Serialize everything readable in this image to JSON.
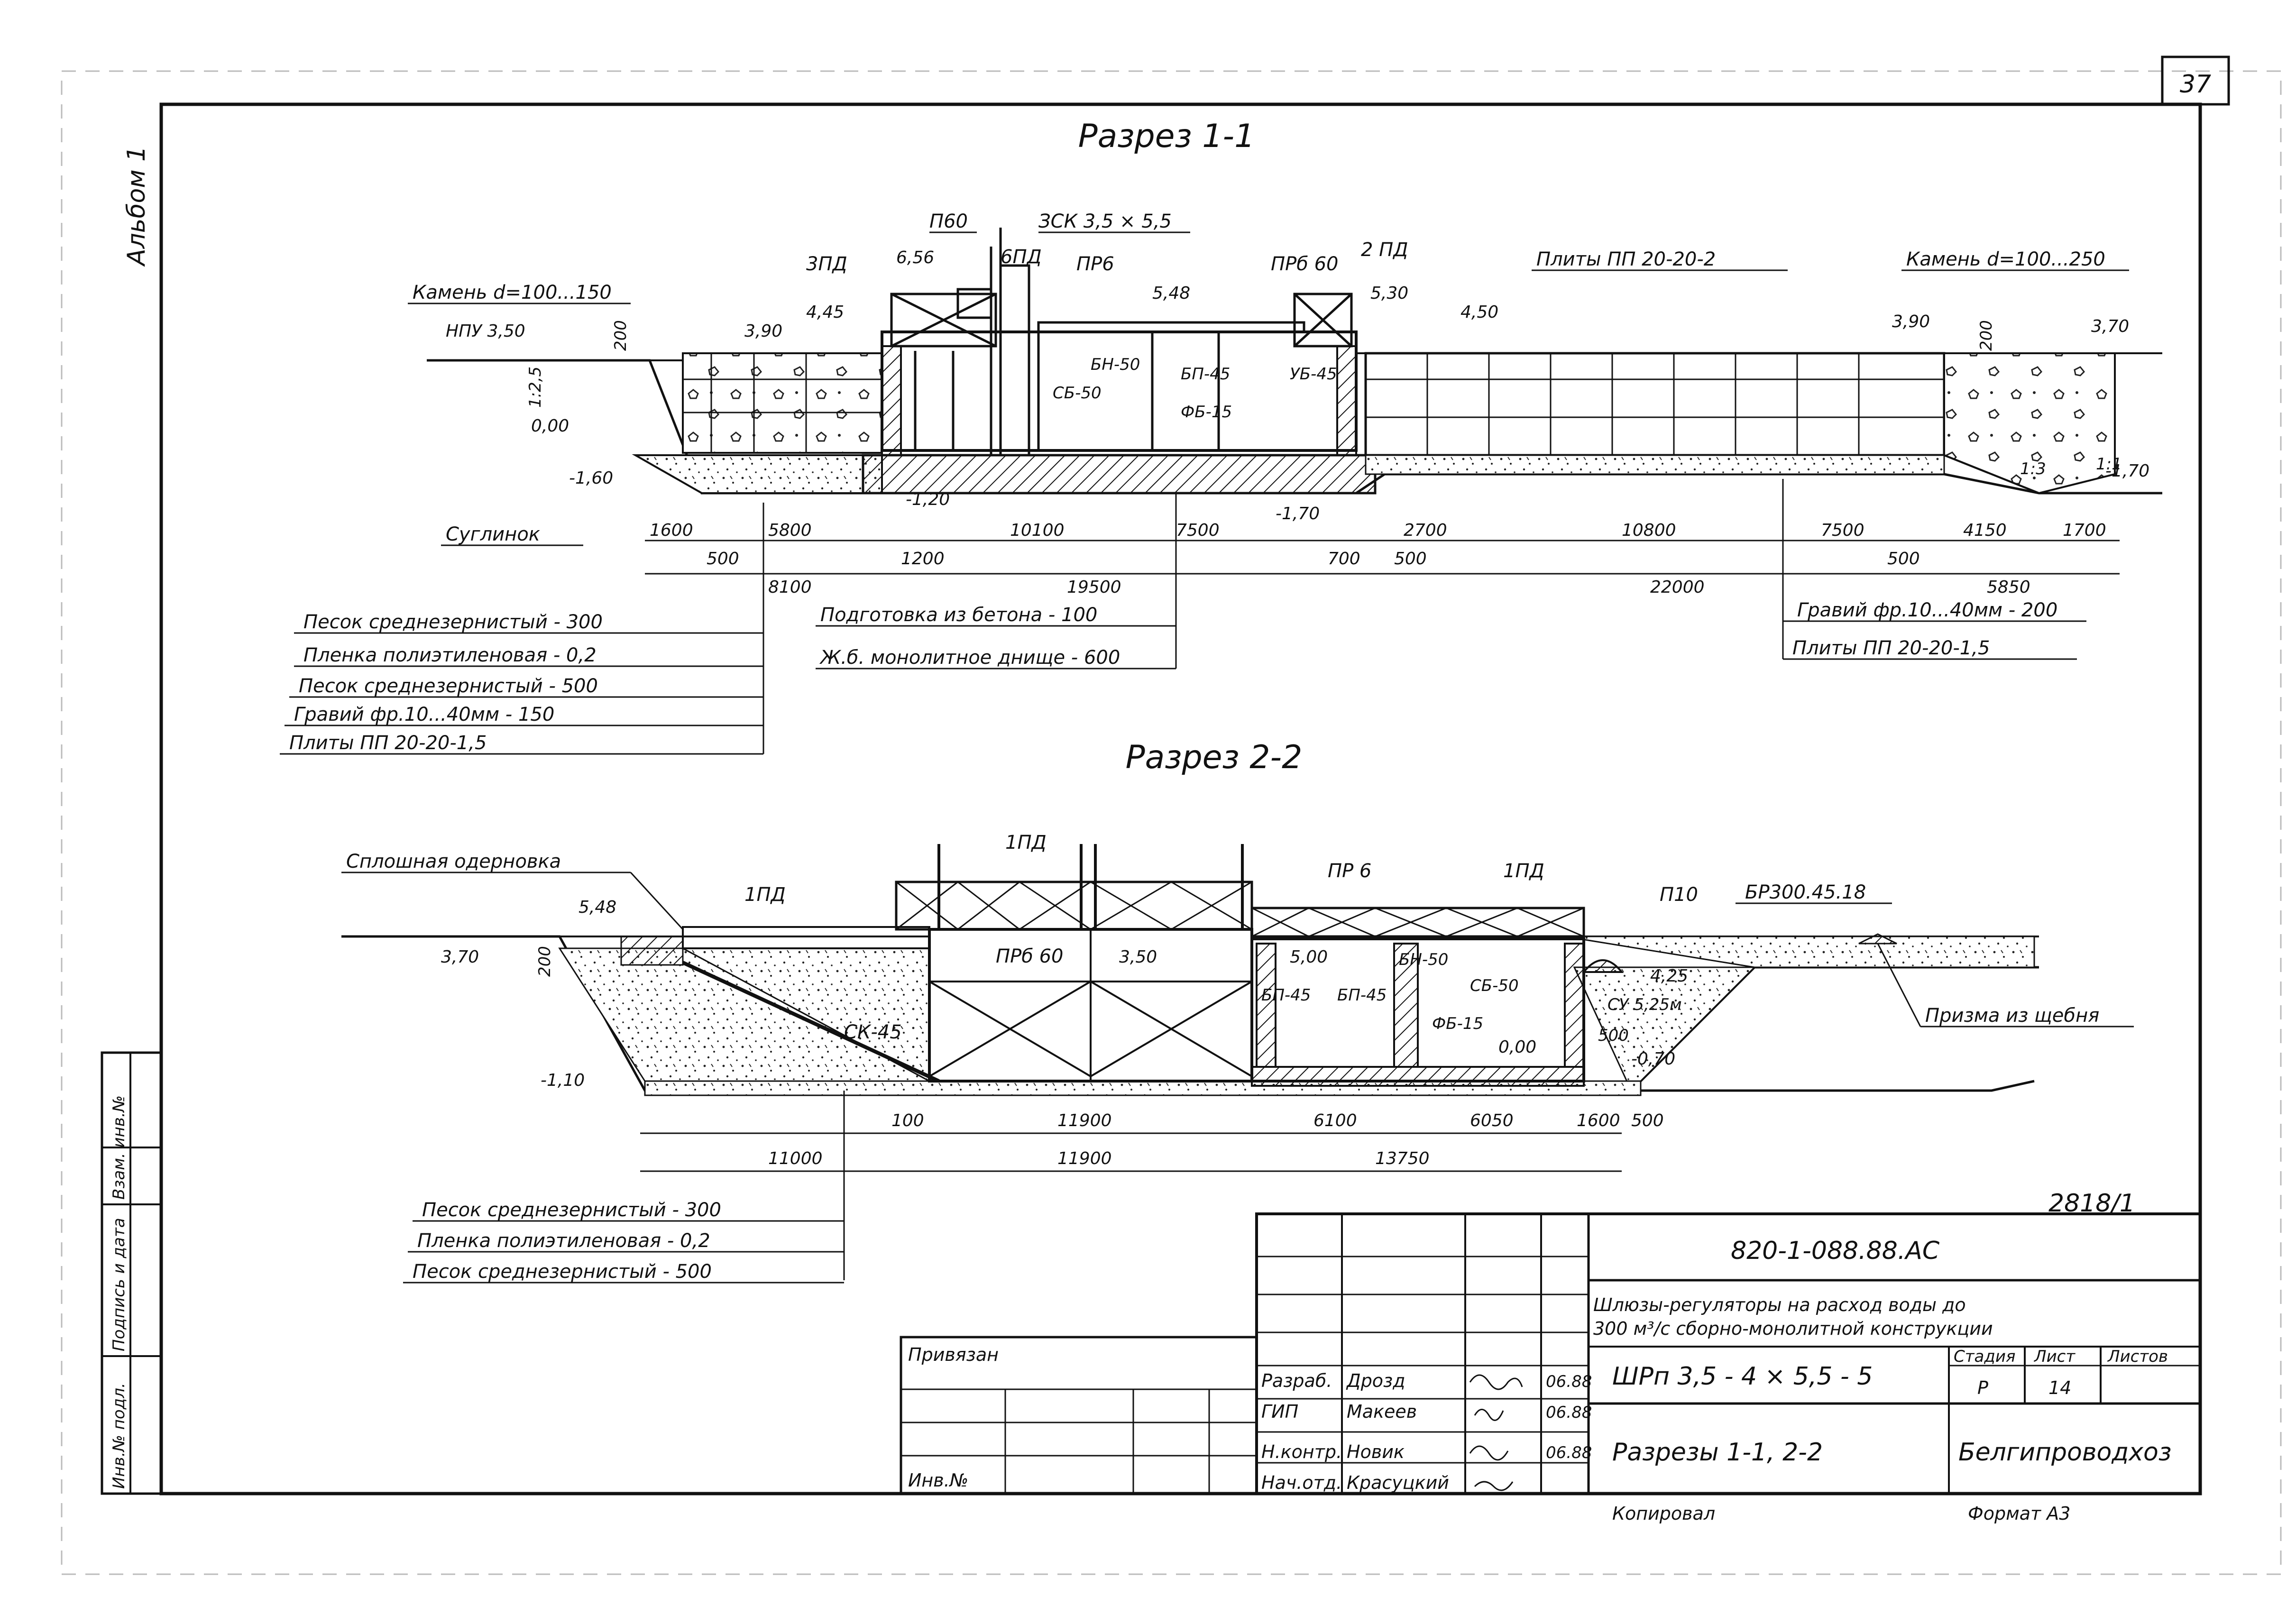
{
  "sheet": {
    "page_number": "37",
    "album": "Альбом 1",
    "stamp_number": "2818/1",
    "side_labels": [
      "Инв.№ подл.",
      "Подпись и дата",
      "Взам. инв.№"
    ]
  },
  "section1": {
    "title": "Разрез 1-1",
    "labels": {
      "p60": "П60",
      "zsk": "ЗСК 3,5 × 5,5",
      "zpd": "3ПД",
      "mark_656": "6,56",
      "six_pd": "6ПД",
      "pr6": "ПР6",
      "mark_548": "5,48",
      "prb60": "ПРб 60",
      "two_pd": "2 ПД",
      "mark_530": "5,30",
      "stone_left": "Камень d=100...150",
      "npu": "НПУ 3,50",
      "mark_390_left": "3,90",
      "mark_445": "4,45",
      "bn50": "БН-50",
      "bp45": "БП-45",
      "ub45": "УБ-45",
      "sb50": "СБ-50",
      "fb15": "ФБ-15",
      "slabs_pp": "Плиты ПП 20-20-2",
      "mark_450": "4,50",
      "mark_390_right": "3,90",
      "stone_right": "Камень d=100...250",
      "mark_370": "3,70",
      "slope_125": "1:2,5",
      "mark_000": "0,00",
      "mark_m160": "-1,60",
      "mark_m120": "-1,20",
      "mark_m170a": "-1,70",
      "mark_m170b": "-1,70",
      "dim_200": "200",
      "dim_200b": "200",
      "slope_13": "1:3",
      "slope_11": "1:1",
      "loam": "Суглинок"
    },
    "dims": [
      "1600",
      "5800",
      "500",
      "8100",
      "1200",
      "10100",
      "7500",
      "19500",
      "700",
      "2700",
      "500",
      "10800",
      "22000",
      "7500",
      "500",
      "4150",
      "1700",
      "5850"
    ],
    "layers_left": [
      "Песок среднезернистый - 300",
      "Пленка полиэтиленовая - 0,2",
      "Песок среднезернистый - 500",
      "Гравий фр.10...40мм - 150",
      "Плиты ПП 20-20-1,5"
    ],
    "layers_center": [
      "Подготовка из бетона - 100",
      "Ж.б. монолитное днище - 600"
    ],
    "layers_right": [
      "Гравий фр.10...40мм - 200",
      "Плиты ПП 20-20-1,5"
    ]
  },
  "section2": {
    "title": "Разрез 2-2",
    "labels": {
      "sod": "Сплошная одерновка",
      "one_pd_top": "1ПД",
      "one_pd_right": "1ПД",
      "one_pd_left": "1ПД",
      "pr6": "ПР 6",
      "p10": "П10",
      "br": "БР300.45.18",
      "mark_548": "5,48",
      "mark_370": "3,70",
      "dim_200": "200",
      "prb60": "ПРб 60",
      "mark_350": "3,50",
      "mark_500": "5,00",
      "bn50": "БН-50",
      "sb50": "СБ-50",
      "bp45a": "БП-45",
      "bp45b": "БП-45",
      "fb15": "ФБ-15",
      "mark_425": "4,25",
      "su": "СУ 5,25м",
      "mark_000": "0,00",
      "dim_500": "500",
      "mark_m070": "-0,70",
      "sk45": "СК-45",
      "mark_m110": "-1,10",
      "prism": "Призма из щебня"
    },
    "dims": [
      "100",
      "11900",
      "6100",
      "6050",
      "1600",
      "500",
      "11000",
      "11900",
      "13750"
    ],
    "layers": [
      "Песок среднезернистый - 300",
      "Пленка полиэтиленовая - 0,2",
      "Песок среднезернистый - 500"
    ]
  },
  "titleblock": {
    "doc_code": "820-1-088.88.АС",
    "title_line1": "Шлюзы-регуляторы на расход воды до",
    "title_line2": "300 м³/с сборно-монолитной конструкции",
    "stage_header": "Стадия",
    "sheet_header": "Лист",
    "sheets_header": "Листов",
    "stage": "Р",
    "sheet_no": "14",
    "mark": "ШРп 3,5 - 4 × 5,5 - 5",
    "drawing_title": "Разрезы 1-1, 2-2",
    "org": "Белгипроводхоз",
    "privyazan": "Привязан",
    "inv_no": "Инв.№",
    "roles": [
      {
        "role": "Разраб.",
        "name": "Дрозд",
        "date": "06.88"
      },
      {
        "role": "ГИП",
        "name": "Макеев",
        "date": "06.88"
      },
      {
        "role": "Н.контр.",
        "name": "Новик",
        "date": "06.88"
      },
      {
        "role": "Нач.отд.",
        "name": "Красуцкий",
        "date": ""
      }
    ],
    "copied": "Копировал",
    "format": "Формат А3"
  }
}
